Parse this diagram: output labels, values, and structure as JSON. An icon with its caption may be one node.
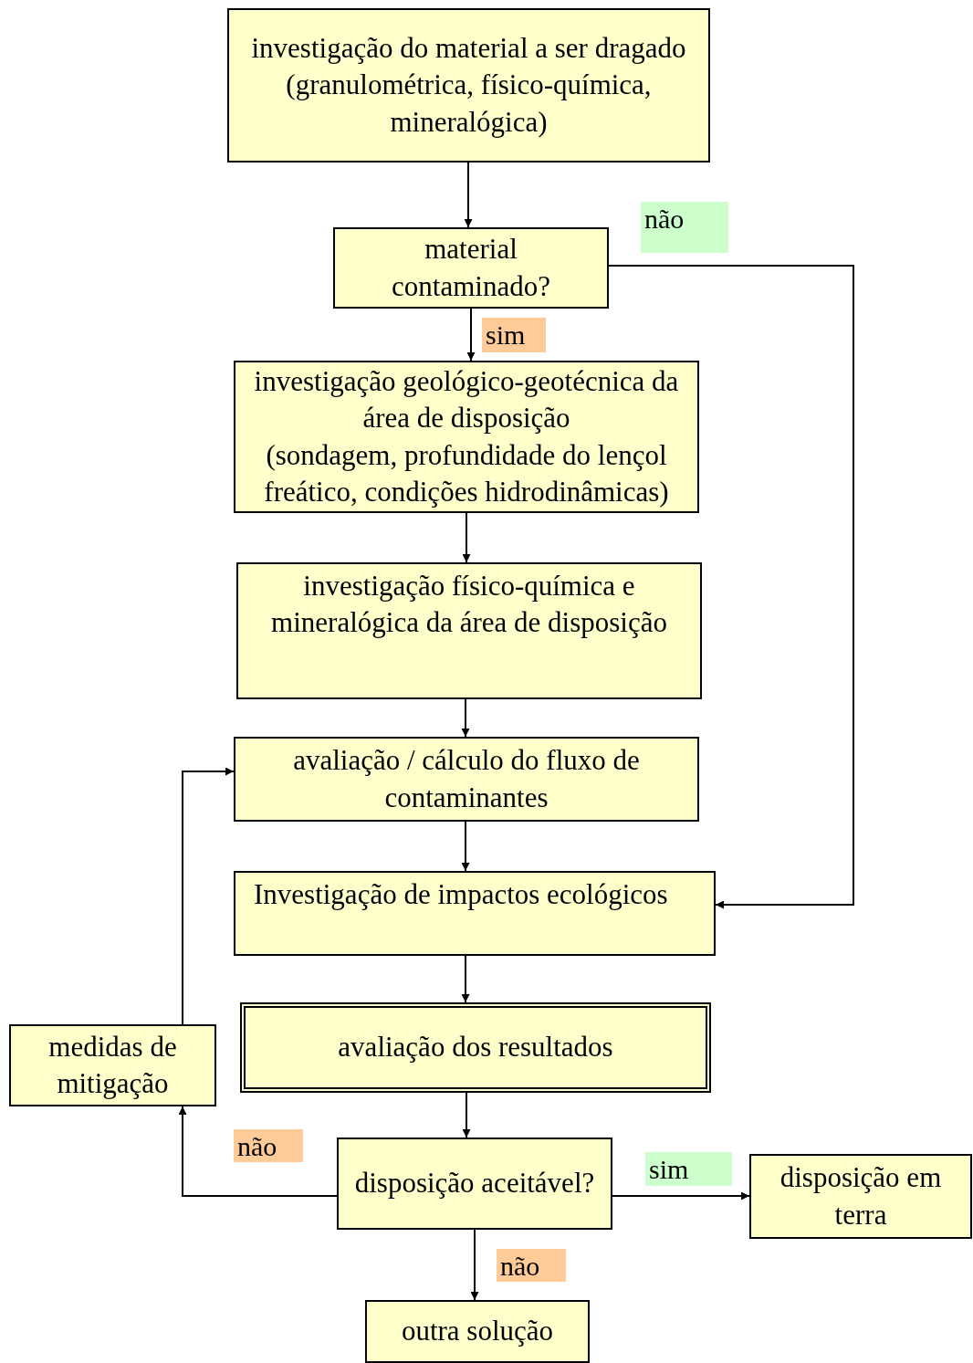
{
  "diagram": {
    "nodes": [
      {
        "text": [
          "investigação do material a ser dragado (granulométrica, físico-química, mineralógica)"
        ]
      },
      {
        "text": [
          "material contaminado?"
        ]
      },
      {
        "text": [
          "investigação geológico-geotécnica da área de disposição",
          "(sondagem, profundidade do lençol freático, condições hidrodinâmicas)"
        ]
      },
      {
        "text": [
          "investigação físico-química e mineralógica da área de disposição"
        ]
      },
      {
        "text": [
          "avaliação / cálculo do fluxo de contaminantes"
        ]
      },
      {
        "text": [
          "Investigação de impactos ecológicos"
        ]
      },
      {
        "text": [
          "avaliação dos resultados"
        ]
      },
      {
        "text": [
          "medidas de mitigação"
        ]
      },
      {
        "text": [
          "disposição aceitável?"
        ]
      },
      {
        "text": [
          "disposição em terra"
        ]
      },
      {
        "text": [
          "outra solução"
        ]
      }
    ],
    "edges": [
      {
        "from": 0,
        "to": 1,
        "arrow": "to"
      },
      {
        "from": 1,
        "to": 5,
        "arrow": "to",
        "label": "não"
      },
      {
        "from": 1,
        "to": 2,
        "arrow": "to",
        "label": "sim"
      },
      {
        "from": 2,
        "to": 3,
        "arrow": "to"
      },
      {
        "from": 3,
        "to": 4,
        "arrow": "to"
      },
      {
        "from": 4,
        "to": 5,
        "arrow": "to"
      },
      {
        "from": 5,
        "to": 6,
        "arrow": "to"
      },
      {
        "from": 6,
        "to": 8,
        "arrow": "to"
      },
      {
        "from": 8,
        "to": 7,
        "arrow": "to",
        "label": "não"
      },
      {
        "from": 7,
        "to": 4,
        "arrow": "to"
      },
      {
        "from": 8,
        "to": 9,
        "arrow": "to",
        "label": "sim"
      },
      {
        "from": 8,
        "to": 10,
        "arrow": "to",
        "label": "não"
      }
    ]
  }
}
